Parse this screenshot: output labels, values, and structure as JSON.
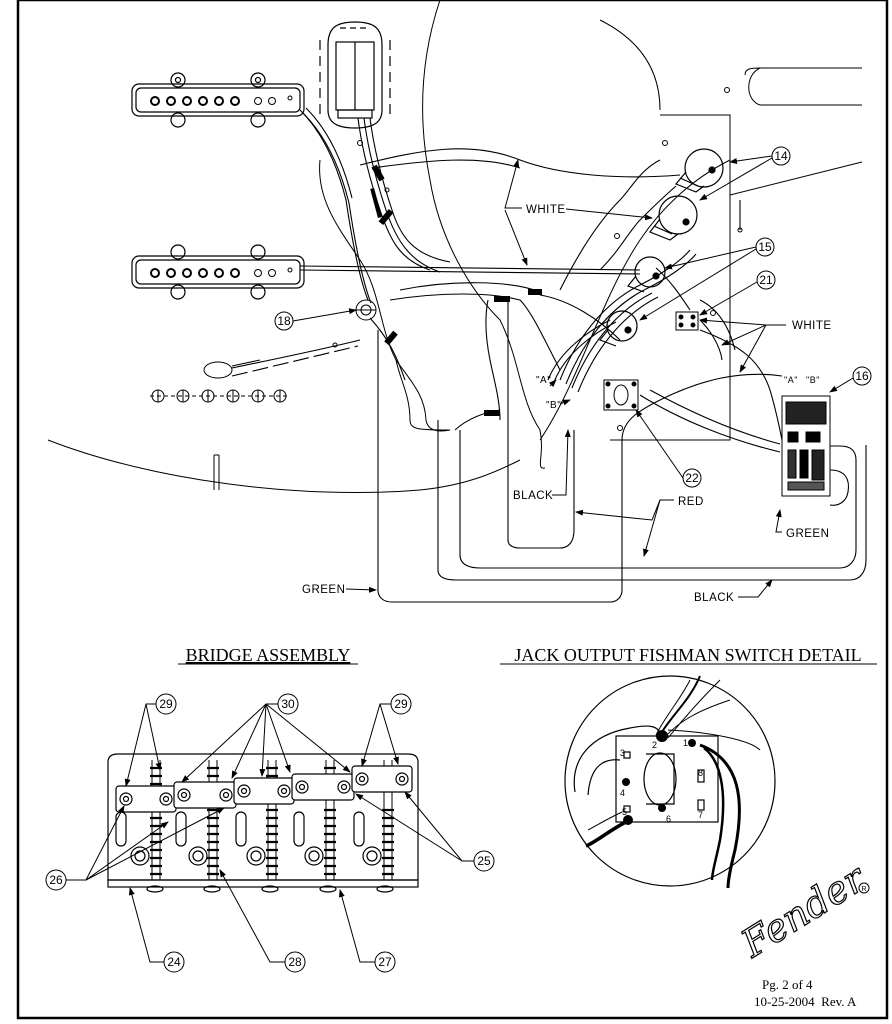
{
  "wiring_labels": {
    "white_top": "WHITE",
    "white_right": "WHITE",
    "black_mid": "BLACK",
    "red": "RED",
    "green_right": "GREEN",
    "green_left": "GREEN",
    "black_bottom": "BLACK",
    "switch_a": "\"A\"",
    "switch_b": "\"B\"",
    "board_a": "\"A\"",
    "board_b": "\"B\""
  },
  "callouts": {
    "c14": "14",
    "c15": "15",
    "c16": "16",
    "c18": "18",
    "c21": "21",
    "c22": "22",
    "c24": "24",
    "c25": "25",
    "c26": "26",
    "c27": "27",
    "c28": "28",
    "c29_left": "29",
    "c29_right": "29",
    "c30": "30"
  },
  "switch_pins": {
    "p1": "1",
    "p2": "2",
    "p3": "3",
    "p4": "4",
    "p5": "5",
    "p6": "6",
    "p7": "7",
    "p8": "8"
  },
  "sections": {
    "bridge_title": "BRIDGE ASSEMBLY",
    "jack_title": "JACK OUTPUT FISHMAN SWITCH DETAIL"
  },
  "footer": {
    "brand": "Fender",
    "page": "Pg. 2 of 4",
    "date_rev": "10-25-2004  Rev. A"
  }
}
